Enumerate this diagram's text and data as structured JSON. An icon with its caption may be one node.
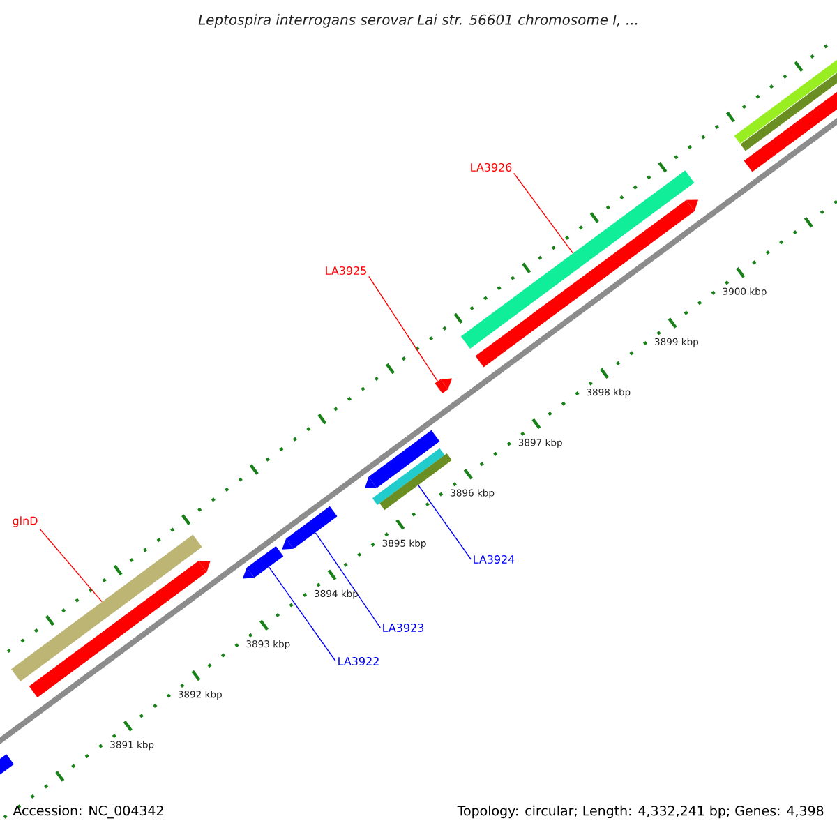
{
  "diagram": {
    "title": "Leptospira interrogans serovar Lai str. 56601 chromosome I, ...",
    "nodes": [
      {
        "text": [
          "LA3926"
        ]
      },
      {
        "text": [
          "LA3925"
        ]
      },
      {
        "text": [
          "glnD"
        ]
      },
      {
        "text": [
          "LA3924"
        ]
      },
      {
        "text": [
          "LA3923"
        ]
      },
      {
        "text": [
          "LA3922"
        ]
      },
      {
        "text": [],
        "shape": "bar"
      },
      {
        "text": [],
        "shape": "bar"
      },
      {
        "text": [],
        "shape": "bar"
      },
      {
        "text": [],
        "shape": "bar"
      },
      {
        "text": [],
        "shape": "bar"
      },
      {
        "text": [],
        "shape": "bar"
      },
      {
        "text": [],
        "shape": "bar"
      },
      {
        "text": [],
        "shape": "bar"
      },
      {
        "text": [],
        "shape": "bar"
      },
      {
        "text": [],
        "shape": "bar"
      },
      {
        "text": [],
        "shape": "bar"
      },
      {
        "text": [],
        "shape": "bar"
      },
      {
        "text": [],
        "shape": "bar"
      },
      {
        "text": [],
        "shape": "bar"
      }
    ],
    "edges": [
      {
        "from": 0,
        "to": 15,
        "arrow": "none",
        "color": "#ff0000"
      },
      {
        "from": 1,
        "to": 14,
        "arrow": "none",
        "color": "#ff0000"
      },
      {
        "from": 2,
        "to": 7,
        "arrow": "none",
        "color": "#ff0000"
      },
      {
        "from": 3,
        "to": 13,
        "arrow": "none",
        "color": "#0000ff"
      },
      {
        "from": 4,
        "to": 10,
        "arrow": "none",
        "color": "#0000ff"
      },
      {
        "from": 5,
        "to": 9,
        "arrow": "none",
        "color": "#0000ff"
      }
    ],
    "labels": [
      "3900 kbp",
      "3899 kbp",
      "3898 kbp",
      "3897 kbp",
      "3896 kbp",
      "3895 kbp",
      "3894 kbp",
      "3893 kbp",
      "3892 kbp",
      "3891 kbp",
      "Accession: NC_004342",
      "Topology: circular; Length: 4,332,241 bp; Genes: 4,398"
    ]
  }
}
